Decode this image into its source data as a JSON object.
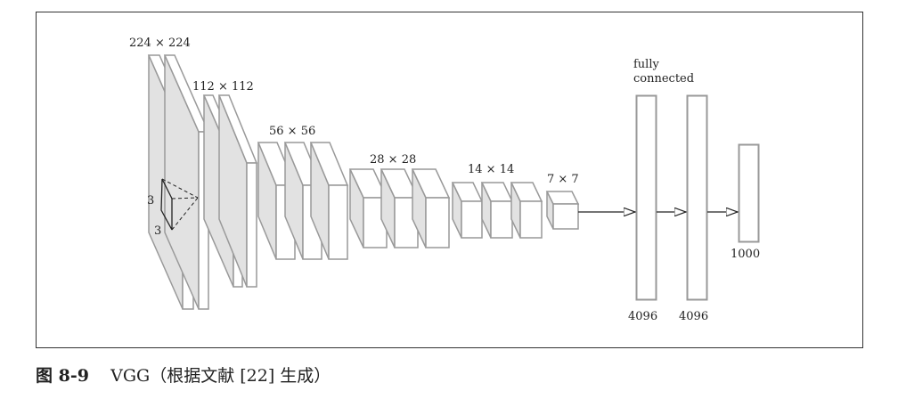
{
  "diagram": {
    "conv_blocks": [
      {
        "label": "224 × 224",
        "slabs": 2
      },
      {
        "label": "112 × 112",
        "slabs": 2
      },
      {
        "label": "56 × 56",
        "slabs": 3
      },
      {
        "label": "28 × 28",
        "slabs": 3
      },
      {
        "label": "14 × 14",
        "slabs": 3
      },
      {
        "label": "7 × 7",
        "slabs": 1
      }
    ],
    "kernel": {
      "height_label": "3",
      "width_label": "3"
    },
    "fc_label_line1": "fully",
    "fc_label_line2": "connected",
    "fc_layers": [
      {
        "size": "4096"
      },
      {
        "size": "4096"
      },
      {
        "size": "1000"
      }
    ]
  },
  "caption": {
    "figure_number": "图 8-9",
    "title": "VGG（根据文献 [22] 生成）"
  }
}
